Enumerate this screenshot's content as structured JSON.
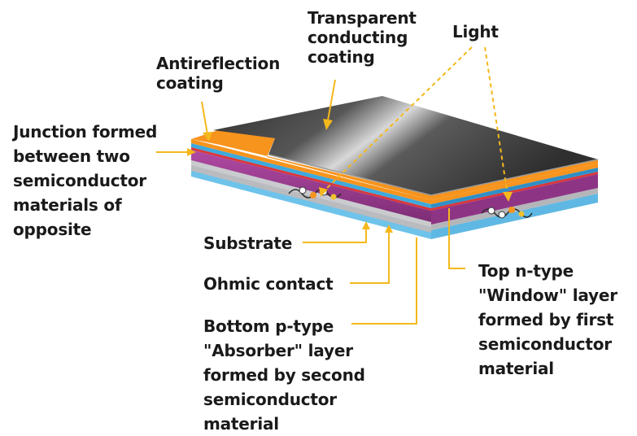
{
  "labels": {
    "transparent_coating": [
      "Transparent",
      "conducting",
      "coating"
    ],
    "light": [
      "Light"
    ],
    "antireflection": [
      "Antireflection",
      "coating"
    ],
    "junction": [
      "Junction formed",
      "between two",
      "semiconductor",
      "materials of",
      "opposite"
    ],
    "substrate": [
      "Substrate"
    ],
    "ohmic": [
      "Ohmic contact"
    ],
    "bottom_p": [
      "Bottom p-type",
      "\"Absorber\" layer",
      "formed by second",
      "semiconductor",
      "material"
    ],
    "top_n": [
      "Top n-type",
      "\"Window\" layer",
      "formed by first",
      "semiconductor",
      "material"
    ]
  },
  "colors": {
    "leader": "#f5b81c",
    "dark_top": "#3b3b3b",
    "antireflection": "#f7901e",
    "light_blue": "#4db3e6",
    "magenta": "#9b3b8f",
    "gray": "#aeb0b3"
  }
}
